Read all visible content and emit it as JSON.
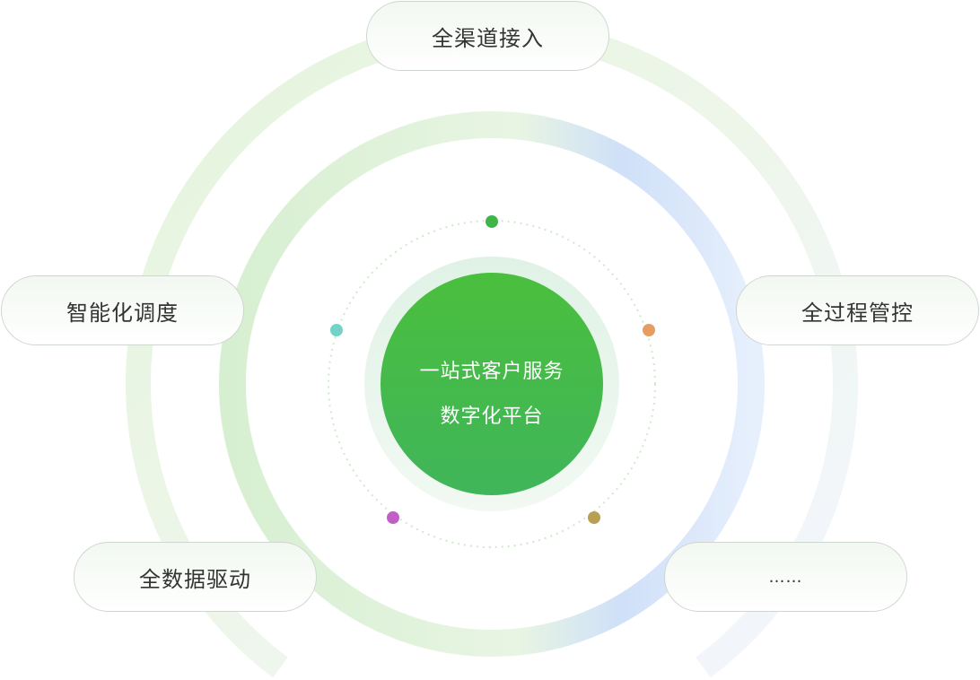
{
  "center": {
    "line1": "一站式客户服务",
    "line2": "数字化平台"
  },
  "features": [
    {
      "label": "全渠道接入"
    },
    {
      "label": "智能化调度"
    },
    {
      "label": "全过程管控"
    },
    {
      "label": "全数据驱动"
    },
    {
      "label": "……"
    }
  ],
  "colors": {
    "core": "#45b944",
    "dot_top": "#3fb548",
    "dot_right": "#e59d62",
    "dot_bottom_right": "#b7a053",
    "dot_bottom_left": "#c060c6",
    "dot_left": "#73d3c6"
  }
}
